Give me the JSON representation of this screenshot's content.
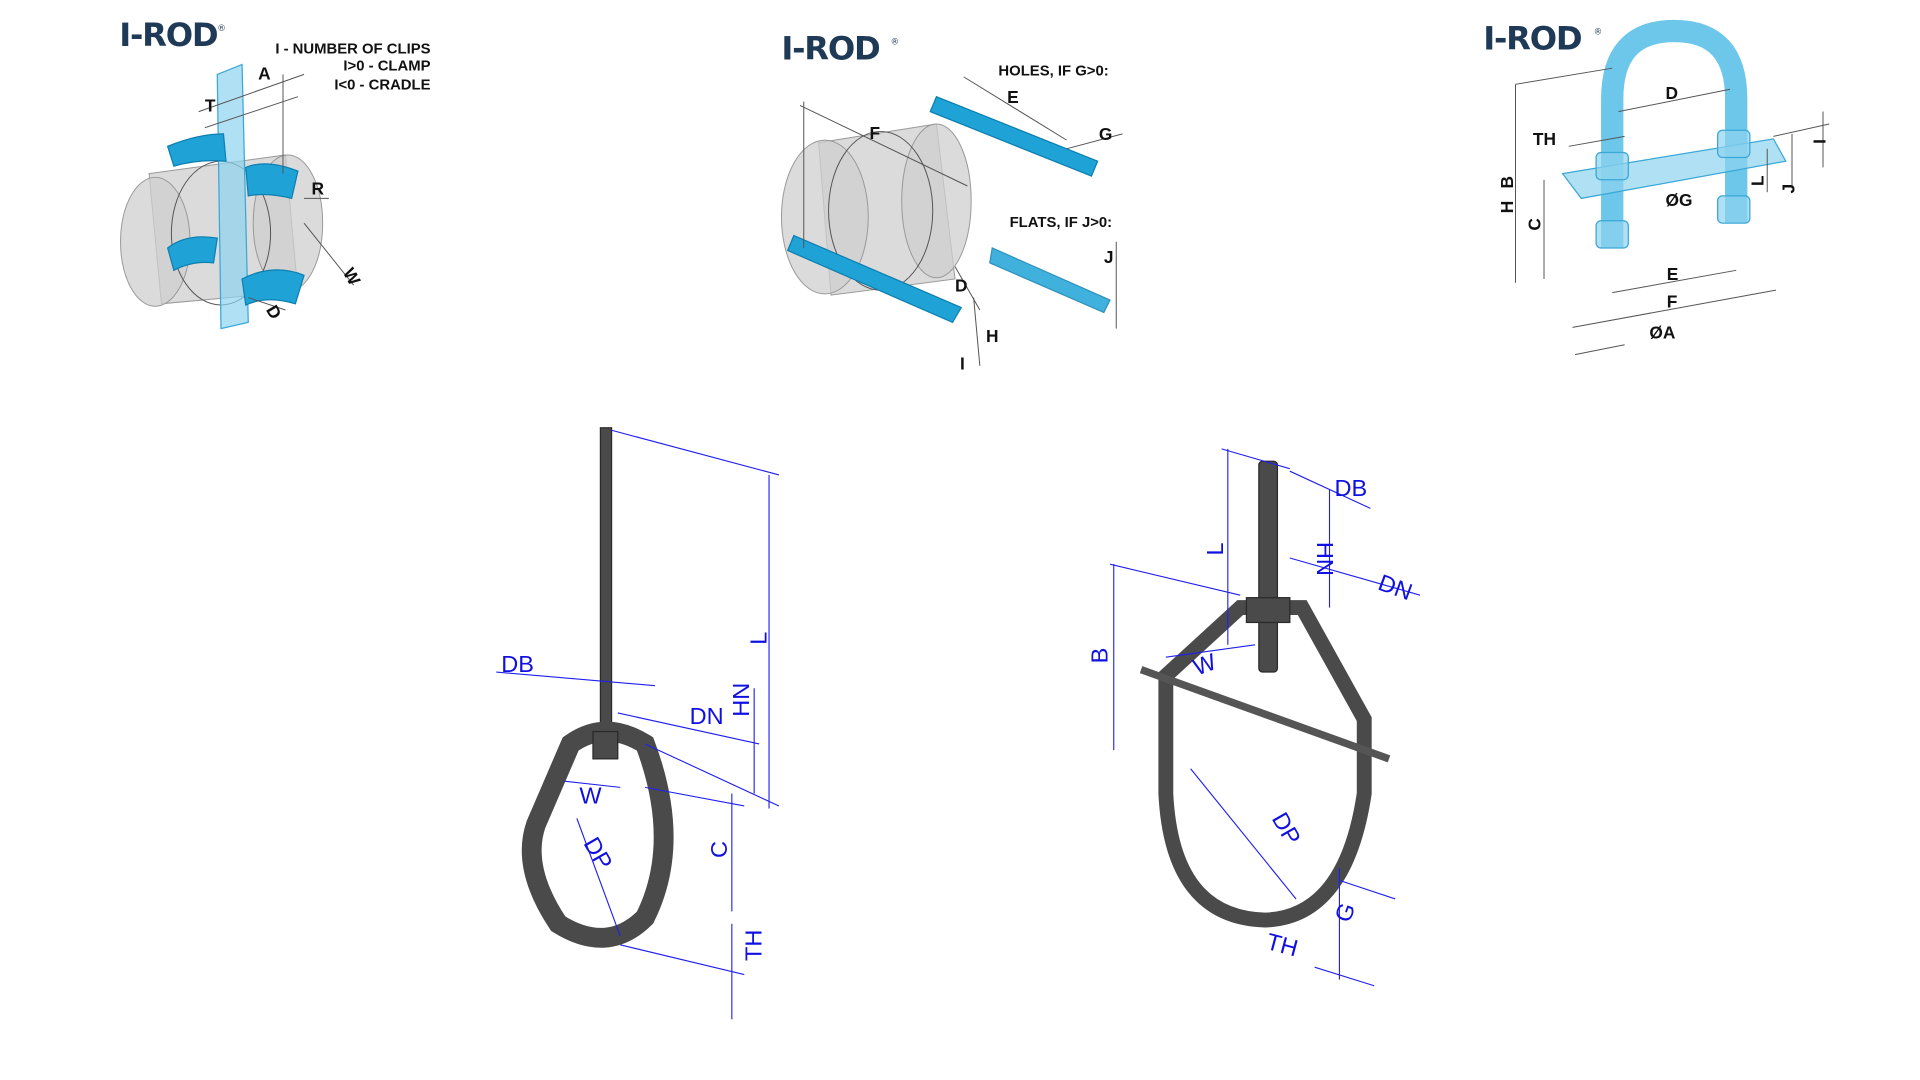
{
  "brand": {
    "logo_text": "I-ROD",
    "registered": "®"
  },
  "panel_clamp": {
    "notes": [
      "I - NUMBER OF CLIPS",
      "I>0 - CLAMP",
      "I<0 - CRADLE"
    ],
    "labels": [
      "T",
      "A",
      "R",
      "W",
      "D"
    ]
  },
  "panel_saddle": {
    "holes_note": "HOLES, IF G>0:",
    "flats_note": "FLATS, IF J>0:",
    "labels": [
      "E",
      "G",
      "F",
      "D",
      "H",
      "I",
      "J"
    ]
  },
  "panel_ubolt": {
    "labels": [
      "D",
      "TH",
      "B",
      "H",
      "C",
      "ØG",
      "L",
      "J",
      "I",
      "E",
      "F",
      "ØA"
    ]
  },
  "panel_swivel_ring": {
    "labels": [
      "L",
      "DB",
      "DN",
      "HN",
      "W",
      "DP",
      "C",
      "TH"
    ]
  },
  "panel_clevis": {
    "labels": [
      "DB",
      "HN",
      "L",
      "DN",
      "B",
      "W",
      "DP",
      "G",
      "TH"
    ]
  },
  "colors": {
    "dimension_blue": "#2020f0",
    "part_cyan": "#1fa3d6",
    "steel": "#4a4a4a",
    "logo": "#1f3a56"
  }
}
